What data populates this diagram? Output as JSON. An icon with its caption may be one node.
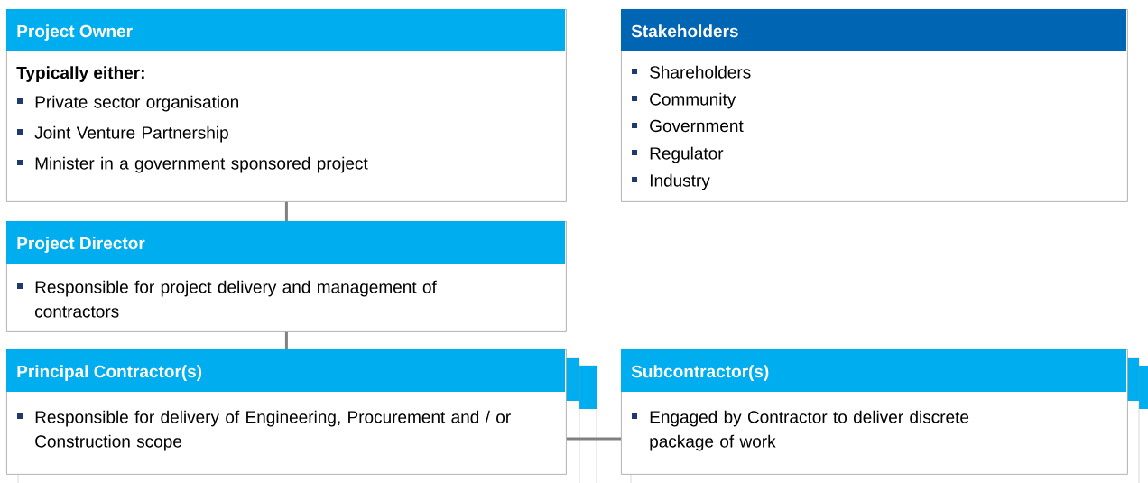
{
  "diagram": {
    "nodes": [
      {
        "text": [
          "Project Owner",
          "Typically either:",
          "Private sector organisation",
          "Joint Venture Partnership",
          "Minister in a government sponsored project"
        ]
      },
      {
        "text": [
          "Stakeholders",
          "Shareholders",
          "Community",
          "Government",
          "Regulator",
          "Industry"
        ]
      },
      {
        "text": [
          "Project Director",
          "Responsible for project delivery and management of contractors"
        ]
      },
      {
        "text": [
          "Principal Contractor(s)",
          "Responsible for delivery of Engineering, Procurement and / or Construction scope"
        ]
      },
      {
        "text": [
          "Subcontractor(s)",
          "Engaged by Contractor to deliver discrete package of work"
        ]
      }
    ],
    "edges": [
      {
        "from": 0,
        "to": 2,
        "arrow": "none"
      },
      {
        "from": 2,
        "to": 3,
        "arrow": "none"
      },
      {
        "from": 3,
        "to": 4,
        "arrow": "none"
      }
    ]
  }
}
